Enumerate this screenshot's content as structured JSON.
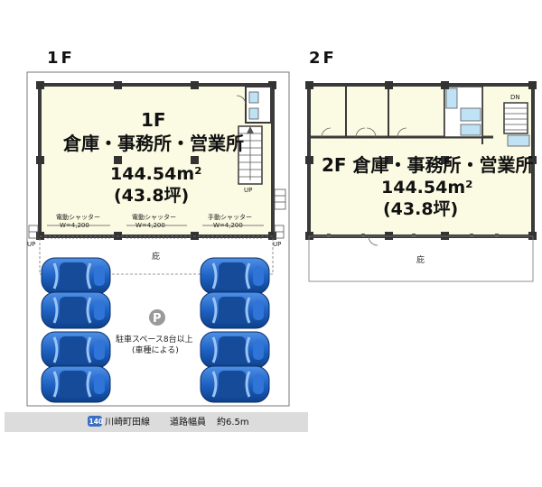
{
  "floor1": {
    "label": "1F",
    "room_line1": "1F",
    "room_line2": "倉庫・事務所・営業所",
    "area": "144.54m²",
    "tsubo": "(43.8坪)",
    "stair_label": "UP",
    "shutters": [
      {
        "type": "電動シャッター",
        "width": "W=4,200"
      },
      {
        "type": "電動シャッター",
        "width": "W=4,200"
      },
      {
        "type": "手動シャッター",
        "width": "W=4,200"
      }
    ],
    "up_left": "UP",
    "up_right": "UP",
    "eaves": "庇",
    "parking_icon": "P",
    "parking_line1": "駐車スペース8台以上",
    "parking_line2": "(車種による)"
  },
  "floor2": {
    "label": "2F",
    "room_line1": "2F 倉庫・事務所・営業所",
    "area": "144.54m²",
    "tsubo": "(43.8坪)",
    "stair_label": "DN",
    "eaves": "庇"
  },
  "road": {
    "route_number": "140",
    "name": "川崎町田線",
    "width_label": "道路幅員",
    "width_value": "約6.5m"
  },
  "colors": {
    "room_fill": "#fbfbe3",
    "wall": "#3a3a3a",
    "car": "#1e63c4",
    "road": "#dcdcdc",
    "toilet": "#bfe3f5"
  },
  "parking": {
    "car_count": 8
  }
}
